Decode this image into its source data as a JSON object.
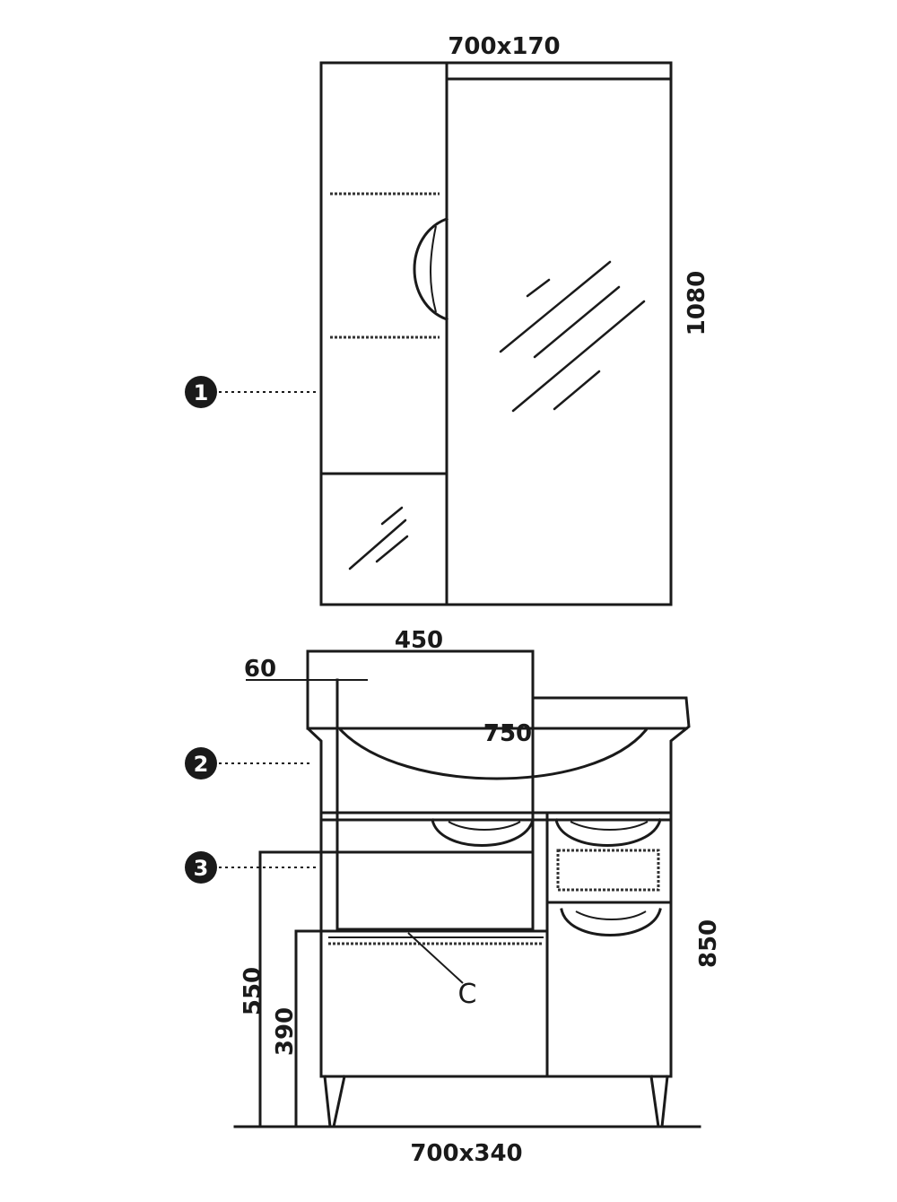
{
  "dimensions": {
    "mirror_cabinet_size": "700x170",
    "mirror_cabinet_height": "1080",
    "vanity_depth": "450",
    "overhang": "60",
    "basin_height": "750",
    "vanity_height": "850",
    "height_550": "550",
    "height_390": "390",
    "vanity_size": "700x340"
  },
  "labels": {
    "detail_c": "C"
  },
  "callouts": [
    {
      "number": "1"
    },
    {
      "number": "2"
    },
    {
      "number": "3"
    }
  ]
}
